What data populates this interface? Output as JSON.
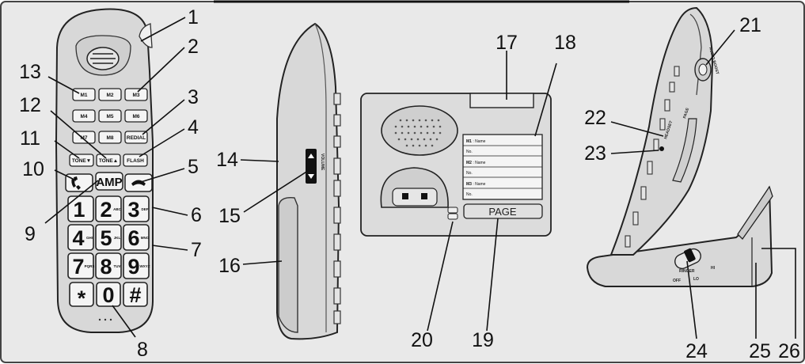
{
  "callouts": {
    "c1": "1",
    "c2": "2",
    "c3": "3",
    "c4": "4",
    "c5": "5",
    "c6": "6",
    "c7": "7",
    "c8": "8",
    "c9": "9",
    "c10": "10",
    "c11": "11",
    "c12": "12",
    "c13": "13",
    "c14": "14",
    "c15": "15",
    "c16": "16",
    "c17": "17",
    "c18": "18",
    "c19": "19",
    "c20": "20",
    "c21": "21",
    "c22": "22",
    "c23": "23",
    "c24": "24",
    "c25": "25",
    "c26": "26"
  },
  "handset_front": {
    "memory_keys": [
      "M1",
      "M2",
      "M3",
      "M4",
      "M5",
      "M6",
      "M7",
      "M8",
      "REDIAL"
    ],
    "tone_down": "TONE▼",
    "tone_up": "TONE▲",
    "flash": "FLASH",
    "amp": "AMP",
    "digits": [
      "1",
      "2",
      "3",
      "4",
      "5",
      "6",
      "7",
      "8",
      "9",
      "*",
      "0",
      "#"
    ],
    "digit_letters": [
      "",
      "ABC",
      "DEF",
      "GHI",
      "JKL",
      "MNO",
      "PQRS",
      "TUV",
      "WXYZ",
      "",
      "",
      ""
    ]
  },
  "handset_side": {
    "volume_label": "VOLUME"
  },
  "base_top": {
    "memory_card": [
      {
        "label": "M1",
        "field": "Name",
        "no": "No."
      },
      {
        "label": "M2",
        "field": "Name",
        "no": "No."
      },
      {
        "label": "M3",
        "field": "Name",
        "no": "No."
      }
    ],
    "page_button": "PAGE"
  },
  "base_side": {
    "switch_labels": [
      "OFF",
      "RINGER",
      "LO",
      "HI"
    ],
    "side_labels": [
      "HEADSET",
      "PAGE",
      "AUDIO BOOST"
    ]
  }
}
